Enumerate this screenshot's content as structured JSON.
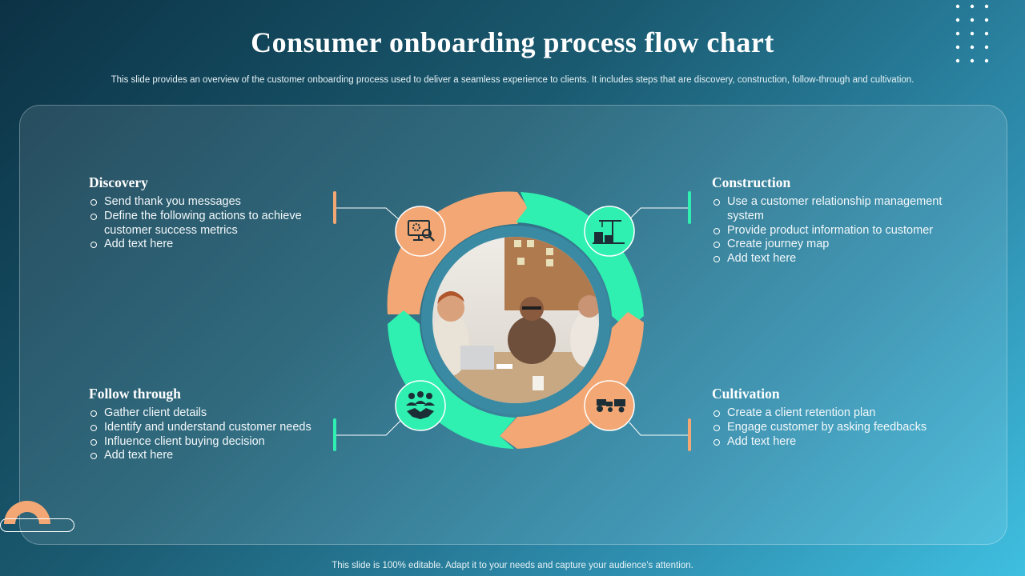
{
  "title": "Consumer onboarding process flow chart",
  "subtitle": "This slide provides an overview of the customer onboarding process used to deliver a seamless experience to clients. It includes steps that are discovery,  construction, follow-through and cultivation.",
  "footer": "This slide is 100% editable. Adapt it to your needs and capture your audience's attention.",
  "colors": {
    "orange": "#f3a774",
    "green": "#2ff0b0",
    "ring_gap": "#3a8aa4"
  },
  "steps": [
    {
      "key": "discovery",
      "heading": "Discovery",
      "icon": "monitor-search-gear-icon",
      "items": [
        "Send thank you messages",
        "Define the following actions to achieve customer success metrics",
        "Add text here"
      ]
    },
    {
      "key": "construction",
      "heading": "Construction",
      "icon": "construction-crane-icon",
      "items": [
        "Use a customer relationship management system",
        "Provide product information to customer",
        "Create journey map",
        "Add text here"
      ]
    },
    {
      "key": "follow",
      "heading": "Follow through",
      "icon": "handshake-team-icon",
      "items": [
        "Gather client details",
        "Identify and understand customer needs",
        "Influence client buying decision",
        "Add text here"
      ]
    },
    {
      "key": "cultivation",
      "heading": "Cultivation",
      "icon": "tractor-icon",
      "items": [
        "Create a client retention plan",
        "Engage customer by asking feedbacks",
        "Add text here"
      ]
    }
  ],
  "photo": "team-meeting-photo"
}
